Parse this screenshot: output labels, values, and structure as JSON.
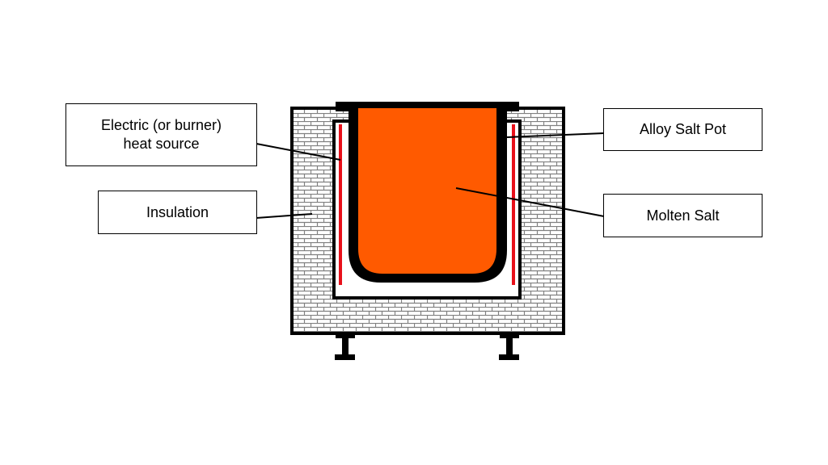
{
  "labels": {
    "heat_source": "Electric (or burner) heat source",
    "insulation": "Insulation",
    "pot": "Alloy Salt Pot",
    "salt": "Molten Salt"
  },
  "colors": {
    "molten_salt": "#FF5A00",
    "heating_element": "#E8101A",
    "outline": "#000000",
    "brick_mortar": "#808080"
  }
}
